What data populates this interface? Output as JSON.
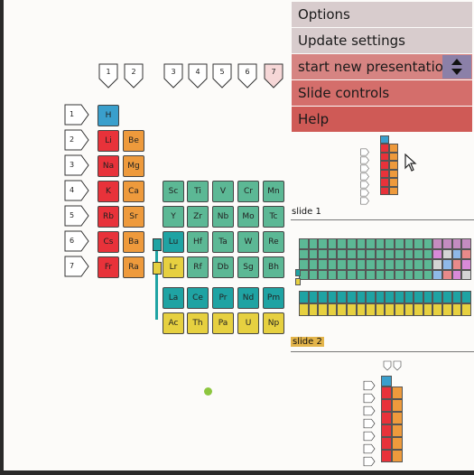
{
  "menu": {
    "items": [
      {
        "label": "Options",
        "bg": "#d8cccd"
      },
      {
        "label": "Update settings",
        "bg": "#d8cccd"
      },
      {
        "label": "start new presentation",
        "bg": "#d68482"
      },
      {
        "label": "Slide controls",
        "bg": "#d46e6b"
      },
      {
        "label": "Help",
        "bg": "#cf5a56"
      }
    ],
    "stepper_icon": "up-down-arrows-icon"
  },
  "groups": [
    "1",
    "2",
    "3",
    "4",
    "5",
    "6",
    "7"
  ],
  "periods": [
    "1",
    "2",
    "3",
    "4",
    "5",
    "6",
    "7"
  ],
  "colors": {
    "alkali": "#e8323a",
    "alkaline": "#ee9a3c",
    "hydrogen": "#3a9fcc",
    "transition": "#5cb895",
    "lanthanide_row": "#1fa3a3",
    "actinide": "#e6d040",
    "accent_dot": "#8dc63f"
  },
  "elements": {
    "h": "H",
    "s_block": [
      [
        "Li",
        "Be"
      ],
      [
        "Na",
        "Mg"
      ],
      [
        "K",
        "Ca"
      ],
      [
        "Rb",
        "Sr"
      ],
      [
        "Cs",
        "Ba"
      ],
      [
        "Fr",
        "Ra"
      ]
    ],
    "transition": [
      [
        "Sc",
        "Ti",
        "V",
        "Cr",
        "Mn"
      ],
      [
        "Y",
        "Zr",
        "Nb",
        "Mo",
        "Tc"
      ],
      [
        "Lu",
        "Hf",
        "Ta",
        "W",
        "Re"
      ],
      [
        "Lr",
        "Rf",
        "Db",
        "Sg",
        "Bh"
      ]
    ],
    "f_block": [
      [
        "La",
        "Ce",
        "Pr",
        "Nd",
        "Pm"
      ],
      [
        "Ac",
        "Th",
        "Pa",
        "U",
        "Np"
      ]
    ]
  },
  "slides": [
    {
      "label": "slide 1"
    },
    {
      "label": "slide 2"
    }
  ]
}
